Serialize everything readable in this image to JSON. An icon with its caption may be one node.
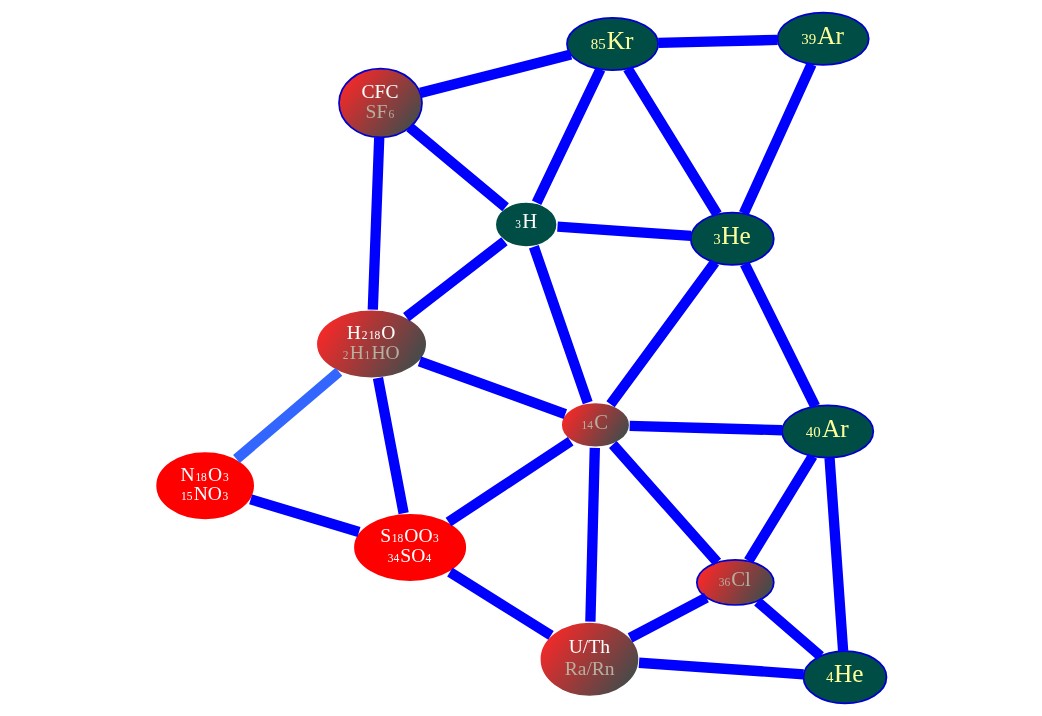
{
  "diagram": {
    "nodes": [
      {
        "text": [
          "N$^{18}$O$_{3}$",
          "$^{15}$NO$_{3}$"
        ]
      },
      {
        "text": [
          "H$_{2}$$^{18}$O",
          "$^{2}$H$^{1}$HO"
        ]
      },
      {
        "text": [
          "S$^{18}$OO$_{3}$",
          "$^{34}$SO$_{4}$"
        ]
      },
      {
        "text": [
          "CFC",
          "SF$_{6}$"
        ]
      },
      {
        "text": [
          "U/Th",
          "Ra/Rn"
        ]
      },
      {
        "text": [
          "$^{3}$H"
        ]
      },
      {
        "text": [
          "$^{14}$C"
        ]
      },
      {
        "text": [
          "$^{85}$Kr"
        ]
      },
      {
        "text": [
          "$^{36}$Cl"
        ]
      },
      {
        "text": [
          "$^{3}$He"
        ]
      },
      {
        "text": [
          "$^{40}$Ar"
        ]
      },
      {
        "text": [
          "$^{39}$Ar"
        ]
      },
      {
        "text": [
          "$^{4}$He"
        ]
      }
    ],
    "edges": [
      {
        "from": 0,
        "to": 1,
        "arrow": "none",
        "color": "#3366ff"
      },
      {
        "from": 0,
        "to": 2,
        "arrow": "none"
      },
      {
        "from": 1,
        "to": 2,
        "arrow": "none"
      },
      {
        "from": 3,
        "to": 1,
        "arrow": "none"
      },
      {
        "from": 3,
        "to": 5,
        "arrow": "none"
      },
      {
        "from": 3,
        "to": 7,
        "arrow": "none"
      },
      {
        "from": 1,
        "to": 5,
        "arrow": "none"
      },
      {
        "from": 1,
        "to": 6,
        "arrow": "none"
      },
      {
        "from": 2,
        "to": 6,
        "arrow": "none"
      },
      {
        "from": 2,
        "to": 4,
        "arrow": "none"
      },
      {
        "from": 5,
        "to": 6,
        "arrow": "none"
      },
      {
        "from": 6,
        "to": 4,
        "arrow": "none"
      },
      {
        "from": 4,
        "to": 8,
        "arrow": "none"
      },
      {
        "from": 4,
        "to": 12,
        "arrow": "none"
      },
      {
        "from": 5,
        "to": 7,
        "arrow": "none"
      },
      {
        "from": 5,
        "to": 9,
        "arrow": "none"
      },
      {
        "from": 6,
        "to": 9,
        "arrow": "none"
      },
      {
        "from": 6,
        "to": 10,
        "arrow": "none"
      },
      {
        "from": 6,
        "to": 8,
        "arrow": "none"
      },
      {
        "from": 7,
        "to": 9,
        "arrow": "none"
      },
      {
        "from": 7,
        "to": 11,
        "arrow": "none"
      },
      {
        "from": 9,
        "to": 11,
        "arrow": "none"
      },
      {
        "from": 9,
        "to": 10,
        "arrow": "none"
      },
      {
        "from": 10,
        "to": 8,
        "arrow": "none"
      },
      {
        "from": 10,
        "to": 12,
        "arrow": "none"
      },
      {
        "from": 8,
        "to": 12,
        "arrow": "none"
      }
    ]
  }
}
